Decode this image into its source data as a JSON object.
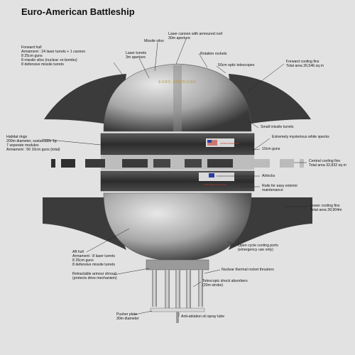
{
  "title": "Euro-American Battleship",
  "ship_texts": {
    "hull_marking": "EURO-AMERICAN",
    "flag_band_text": "UNITED STATES NAVY",
    "lower_band_text": "EUROPEAN ALLIANCE"
  },
  "labels": [
    {
      "id": "forward-hull",
      "text": "Forward hull\nArmament : 24 laser turrets + 1 cannon\n8 25cm guns\n8 missile silos (nuclear +e-bombs)\n8 defensive missile turrets"
    },
    {
      "id": "missile-silos",
      "text": "Missile silos"
    },
    {
      "id": "laser-cannon",
      "text": "Laser cannon with armoured roof\n30m aperture"
    },
    {
      "id": "laser-turrets",
      "text": "Laser turrets\n3m aperture"
    },
    {
      "id": "rotation-rockets",
      "text": "Rotation rockets"
    },
    {
      "id": "optic-telescopes",
      "text": "50cm optic telescopes"
    },
    {
      "id": "forward-cooling-fins",
      "text": "Forward cooling fins\nTotal area 26,546 sq m"
    },
    {
      "id": "small-missile-turrets",
      "text": "Small missile turrets"
    },
    {
      "id": "white-specks",
      "text": "Extremely mysterious white specks"
    },
    {
      "id": "habitat-rings",
      "text": "Habitat rings\n200m diameter, sustainable 1g\n7 seperate modules\nArmament : 56 10cm guns (total)"
    },
    {
      "id": "10cm-guns",
      "text": "10cm guns"
    },
    {
      "id": "central-cooling-fins",
      "text": "Central cooling fins\nTotal area 32,832 sq m"
    },
    {
      "id": "airlocks",
      "text": "Airlocks"
    },
    {
      "id": "rails",
      "text": "Rails for easy exterior\nmaintenance"
    },
    {
      "id": "lower-cooling-fins",
      "text": "Lower cooling fins\nTotal area 39,904m"
    },
    {
      "id": "cooling-ports",
      "text": "Open cycle cooling ports\n(emergency use only)"
    },
    {
      "id": "aft-hull",
      "text": "Aft hull\nArmament : 8 laser turrets\n8 25cm guns\n8 defensive missile turrets"
    },
    {
      "id": "nuclear-thrusters",
      "text": "Nuclear thermal rocket thrusters"
    },
    {
      "id": "armour-shroud",
      "text": "Retractable armour shroud\n(protects drive mechanism)"
    },
    {
      "id": "shock-absorbers",
      "text": "Telescopic shock absorbers\n(20m stroke)"
    },
    {
      "id": "pusher-plate",
      "text": "Pusher plate\n30m diameter"
    },
    {
      "id": "spray-tube",
      "text": "Anti-ablation oil spray tube"
    }
  ],
  "colors": {
    "background": "#e2e2e2",
    "hull_light": "#d6d6d6",
    "hull_dark": "#3a3a3a",
    "fin": "#3b3b3b",
    "flag_red": "#c0392b",
    "flag_blue": "#2a3fa0"
  }
}
